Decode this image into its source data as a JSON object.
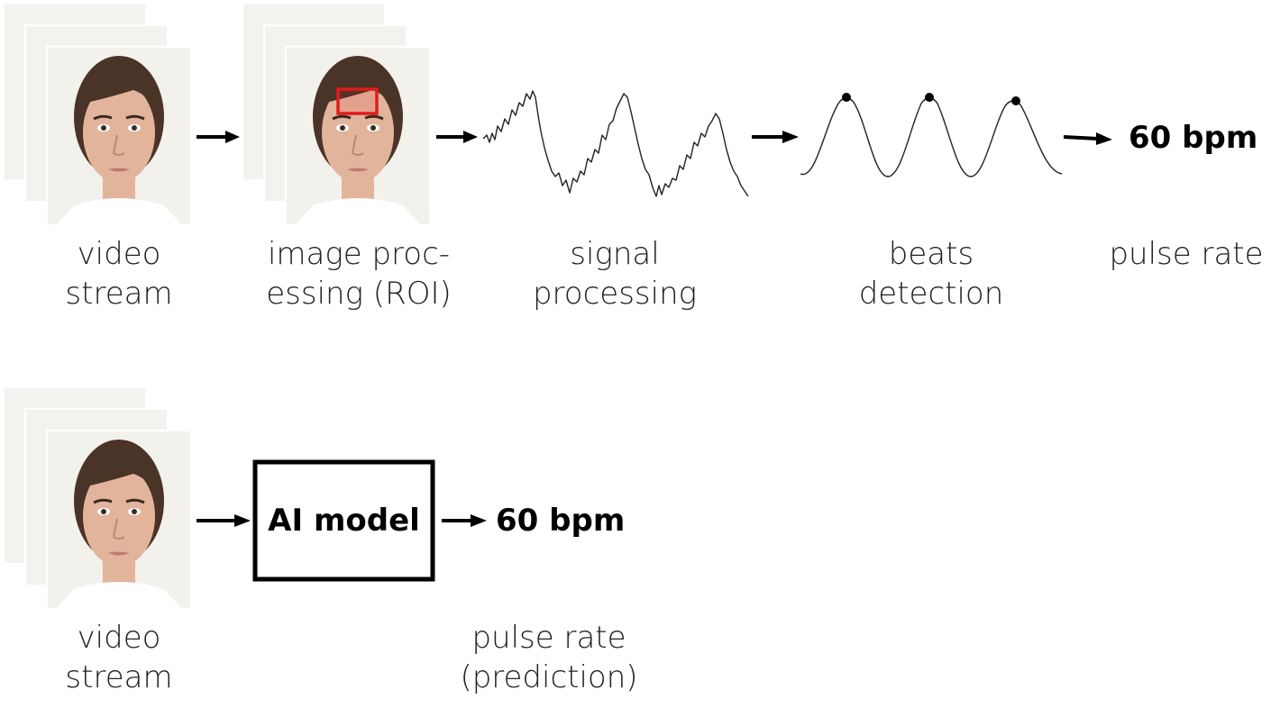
{
  "pipeline_top": {
    "video_label": [
      "video",
      "stream"
    ],
    "roi_label": [
      "image proc-",
      "essing (ROI)"
    ],
    "signal_label": [
      "signal",
      "processing"
    ],
    "beats_label": [
      "beats",
      "detection"
    ],
    "pulse_label": "pulse rate",
    "result": "60 bpm"
  },
  "pipeline_bottom": {
    "video_label": [
      "video",
      "stream"
    ],
    "model_label": "AI model",
    "result": "60 bpm",
    "pulse_label": [
      "pulse rate",
      "(prediction)"
    ]
  },
  "colors": {
    "roi_box": "#e11b1b",
    "arrow": "#000000",
    "signal_line": "#222222"
  },
  "icons": [
    "face-frame-icon",
    "arrow-icon",
    "beat-peak-dot"
  ]
}
